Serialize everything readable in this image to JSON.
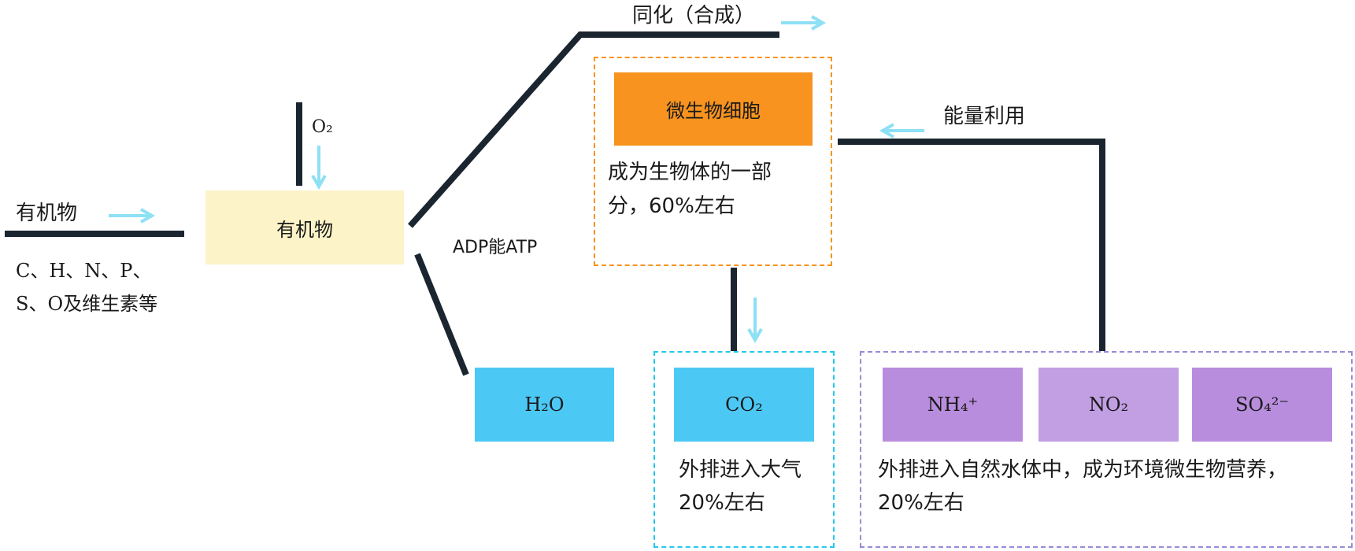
{
  "left": {
    "input_label": "有机物",
    "elements_line1": "C、H、N、P、",
    "elements_line2": "S、O及维生素等"
  },
  "oxygen_label": "O₂",
  "organic_box": {
    "label": "有机物",
    "color": "#fdf3c8"
  },
  "branch_label": "ADP能ATP",
  "assimilation_label": "同化（合成）",
  "cell_box": {
    "label": "微生物细胞",
    "color": "#f7931e"
  },
  "cell_note_line1": "成为生物体的一部",
  "cell_note_line2": "分，60%左右",
  "energy_label": "能量利用",
  "water_box": {
    "label": "H₂O",
    "color": "#4cc8f5"
  },
  "co2_box": {
    "label": "CO₂",
    "color": "#4cc8f5"
  },
  "co2_note_line1": "外排进入大气",
  "co2_note_line2": "20%左右",
  "nutrients": [
    {
      "label": "NH₄⁺",
      "color": "#b98ddd"
    },
    {
      "label": "NO₂",
      "color": "#b98ddd"
    },
    {
      "label": "SO₄²⁻",
      "color": "#b98ddd"
    }
  ],
  "nutrient_note_line1": "外排进入自然水体中，成为环境微生物营养，",
  "nutrient_note_line2": "20%左右",
  "colors": {
    "line": "#1b2530",
    "arrow": "#8ee0f5",
    "cell_border": "#f7931e",
    "co2_border": "#22c8ec",
    "nutrient_border": "#9a8ad8"
  }
}
